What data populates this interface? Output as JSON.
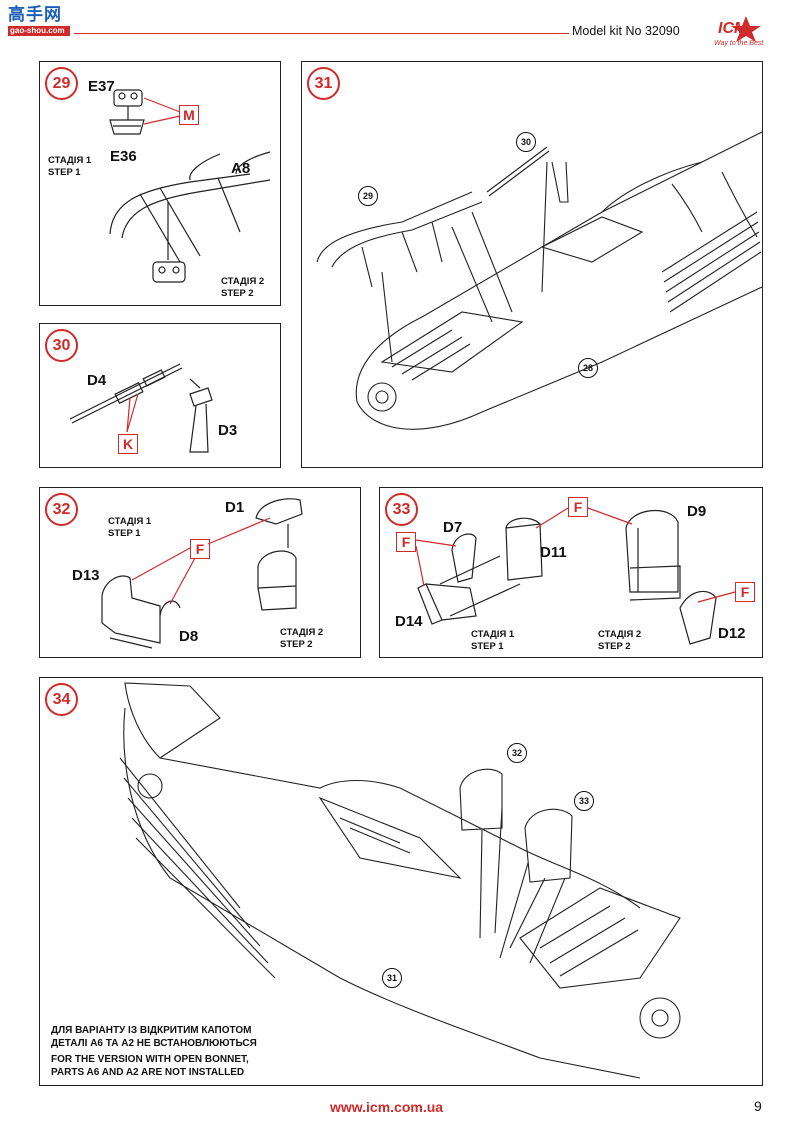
{
  "header": {
    "logo_text": "高手网",
    "logo_sub": "gao-shou.com",
    "model_kit": "Model kit No 32090",
    "brand": "ICM",
    "brand_tagline": "Way to the Best"
  },
  "colors": {
    "accent": "#d02a2a",
    "line": "#222222"
  },
  "steps": {
    "s29": {
      "num": "29",
      "parts": [
        "E37",
        "E36",
        "A8"
      ],
      "marker": "M",
      "stage1": [
        "СТАДІЯ 1",
        "STEP 1"
      ],
      "stage2": [
        "СТАДІЯ 2",
        "STEP 2"
      ]
    },
    "s30": {
      "num": "30",
      "parts": [
        "D4",
        "D3"
      ],
      "marker": "K"
    },
    "s31": {
      "num": "31",
      "refs": [
        "30",
        "29",
        "28"
      ]
    },
    "s32": {
      "num": "32",
      "parts": [
        "D1",
        "D13",
        "D8"
      ],
      "marker": "F",
      "stage1": [
        "СТАДІЯ 1",
        "STEP 1"
      ],
      "stage2": [
        "СТАДІЯ 2",
        "STEP 2"
      ]
    },
    "s33": {
      "num": "33",
      "parts": [
        "D7",
        "D11",
        "D14",
        "D9",
        "D12"
      ],
      "marker": "F",
      "stage1": [
        "СТАДІЯ 1",
        "STEP 1"
      ],
      "stage2": [
        "СТАДІЯ 2",
        "STEP 2"
      ]
    },
    "s34": {
      "num": "34",
      "refs": [
        "32",
        "33",
        "31"
      ],
      "note_ua": [
        "ДЛЯ ВАРІАНТУ ІЗ ВІДКРИТИМ КАПОТОМ",
        "ДЕТАЛІ А6 ТА А2 НЕ ВСТАНОВЛЮЮТЬСЯ"
      ],
      "note_en": [
        "FOR THE VERSION WITH OPEN BONNET,",
        "PARTS A6 AND A2 ARE NOT INSTALLED"
      ]
    }
  },
  "footer": {
    "url": "www.icm.com.ua",
    "page": "9"
  }
}
